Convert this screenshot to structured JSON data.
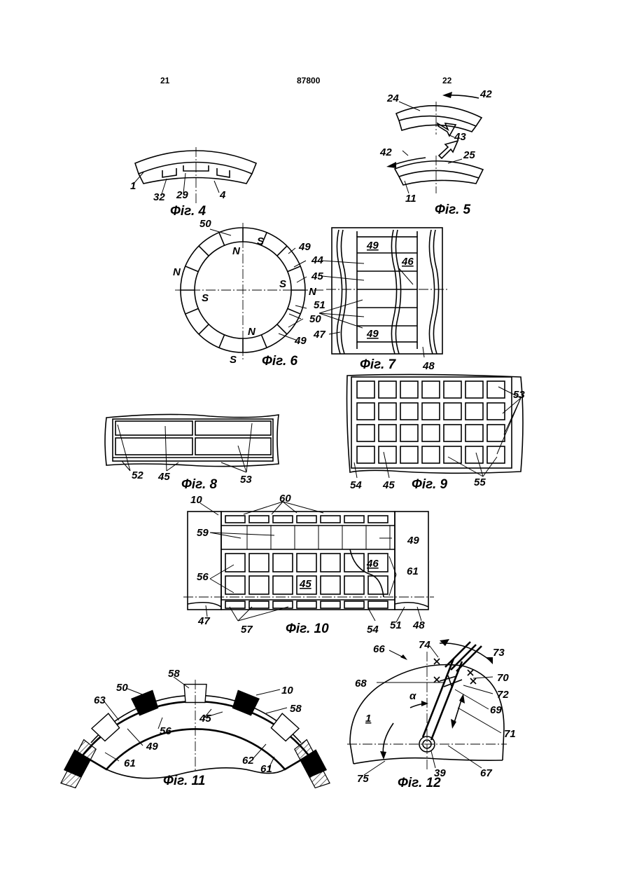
{
  "header": {
    "left_page": "21",
    "doc_number": "87800",
    "right_page": "22"
  },
  "figures": {
    "fig4": {
      "caption": "Фіг. 4",
      "labels": [
        "1",
        "32",
        "29",
        "4"
      ]
    },
    "fig5": {
      "caption": "Фіг. 5",
      "labels": [
        "24",
        "42",
        "43",
        "42",
        "25",
        "11"
      ]
    },
    "fig6": {
      "caption": "Фіг. 6",
      "labels": [
        "50",
        "49",
        "44",
        "45",
        "51",
        "50",
        "49"
      ],
      "poles": [
        "S",
        "N",
        "N",
        "S",
        "S",
        "N",
        "N",
        "S"
      ]
    },
    "fig7": {
      "caption": "Фіг. 7",
      "labels": [
        "49",
        "46",
        "49",
        "47",
        "48"
      ]
    },
    "fig8": {
      "caption": "Фіг. 8",
      "labels": [
        "52",
        "45",
        "53"
      ]
    },
    "fig9": {
      "caption": "Фіг. 9",
      "labels": [
        "53",
        "54",
        "45",
        "55"
      ]
    },
    "fig10": {
      "caption": "Фіг. 10",
      "labels": [
        "10",
        "60",
        "59",
        "49",
        "56",
        "46",
        "61",
        "45",
        "47",
        "57",
        "54",
        "51",
        "48"
      ]
    },
    "fig11": {
      "caption": "Фіг. 11",
      "labels": [
        "58",
        "50",
        "10",
        "63",
        "58",
        "56",
        "45",
        "49",
        "61",
        "62",
        "61"
      ]
    },
    "fig12": {
      "caption": "Фіг. 12",
      "labels": [
        "66",
        "74",
        "73",
        "68",
        "70",
        "72",
        "α",
        "69",
        "1",
        "71",
        "75",
        "39",
        "67"
      ]
    }
  }
}
